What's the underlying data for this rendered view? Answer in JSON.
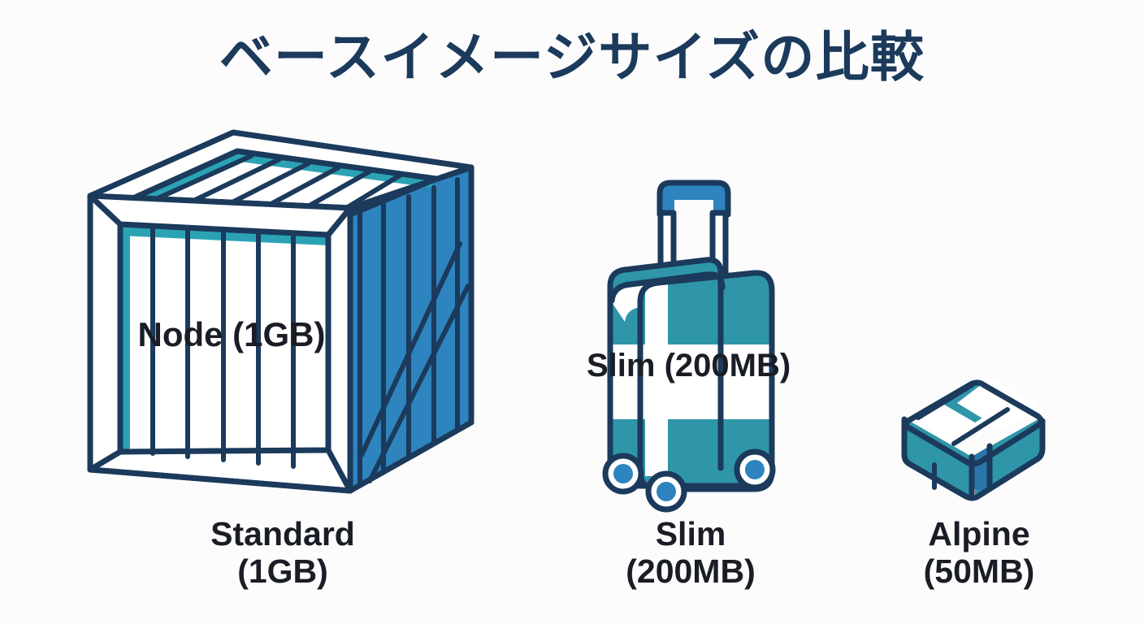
{
  "page": {
    "title": "ベースイメージサイズの比較",
    "background_color": "#fcfcfc"
  },
  "palette": {
    "navy_outline": "#1b3a5c",
    "text_dark": "#1a1d26",
    "blue": "#2e84be",
    "blue_dark": "#2a76ab",
    "teal": "#2e96a8",
    "teal_accent": "#2ba3b5",
    "white": "#ffffff"
  },
  "items": [
    {
      "id": "standard",
      "icon": "shipping-crate-icon",
      "inline_label_line1": "Node",
      "inline_label_line2": "(1GB)",
      "caption_line1": "Standard",
      "caption_line2": "(1GB)",
      "size_value": "1GB",
      "relative_scale": "largest"
    },
    {
      "id": "slim",
      "icon": "rolling-suitcase-icon",
      "inline_label_line1": "Slim",
      "inline_label_line2": "(200MB)",
      "caption_line1": "Slim",
      "caption_line2": "(200MB)",
      "size_value": "200MB",
      "relative_scale": "medium"
    },
    {
      "id": "alpine",
      "icon": "small-parcel-box-icon",
      "inline_label_line1": "",
      "inline_label_line2": "",
      "caption_line1": "Alpine",
      "caption_line2": "(50MB)",
      "size_value": "50MB",
      "relative_scale": "smallest"
    }
  ]
}
